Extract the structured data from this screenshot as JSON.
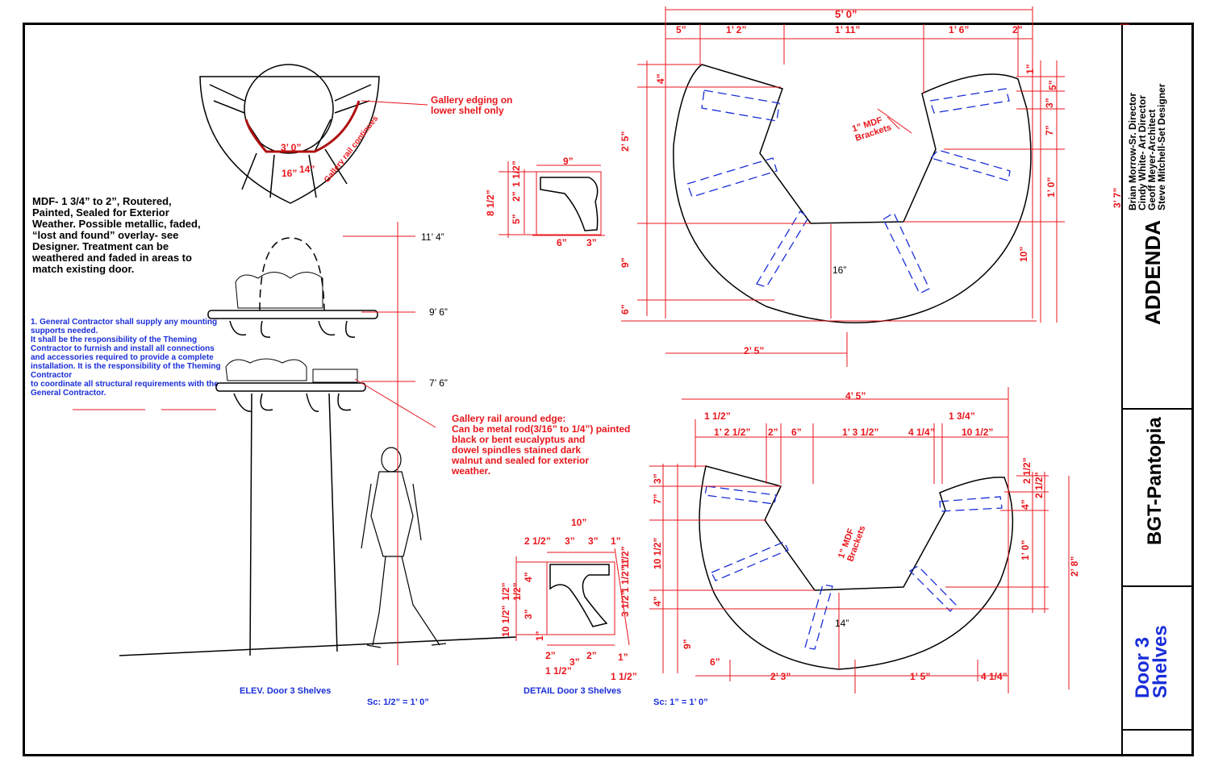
{
  "title_block": {
    "credits": [
      "Brian Morrow-Sr. Director",
      "Cindy White- Art Director",
      "Geoff Meyer-Architect",
      "Steve Mitchell-Set Designer"
    ],
    "sheet_name": "ADDENDA",
    "project": "BGT-Pantopia",
    "drawing": "Door 3 Shelves"
  },
  "notes": {
    "material": "MDF- 1 3/4” to 2”, Routered, Painted, Sealed for Exterior Weather. Possible metallic, faded, “lost and found” overlay- see Designer. Treatment can be weathered and faded in areas to match existing door.",
    "contractor": "1. General Contractor shall supply any mounting supports needed.\nIt shall be the responsibility of the Theming Contractor to furnish and install all connections and accessories required to provide a complete installation. It is the responsibility of the Theming Contractor\nto coordinate all structural requirements with the General Contractor."
  },
  "callouts": {
    "gallery_edging": "Gallery edging on\nlower shelf only",
    "gallery_rail_continues": "Gallery rail continues",
    "gallery_rail_edge": "Gallery rail around edge:\nCan be metal rod(3/16” to 1/4”) painted\nblack or bent eucalyptus and\ndowel spindles stained dark\nwalnut and sealed for exterior\nweather.",
    "mdf_brackets_top": "1” MDF\nBrackets",
    "mdf_brackets_bottom": "1” MDF\nBrackets"
  },
  "plan_small": {
    "d1": "3’ 0”",
    "d2": "16”",
    "d3": "14”"
  },
  "elevation": {
    "h1": "11’ 4”",
    "h2": "9’ 6”",
    "h3": "7’ 6”",
    "caption": "ELEV.   Door 3 Shelves",
    "scale": "Sc: 1/2” = 1’ 0”"
  },
  "detail_top": {
    "w": "9”",
    "h1": "1 1/2”",
    "h2": "2”",
    "h3": "5”",
    "h_total": "8 1/2”",
    "b1": "6”",
    "b2": "3”"
  },
  "detail_bottom": {
    "w": "10”",
    "t1": "2 1/2”",
    "t2": "3”",
    "t3": "3”",
    "t4": "1”",
    "t5": "1/2”",
    "l1": "1/2”",
    "l2": "1/2”",
    "l3": "4”",
    "l4": "10 1/2”",
    "l5": "3”",
    "l6": "1”",
    "r1": "1 1/2”",
    "r2": "3 1/2”",
    "r3": "1”",
    "b1": "2”",
    "b2": "3”",
    "b3": "2”",
    "b4": "1”",
    "b5": "1 1/2”",
    "b6": "1 1/2”",
    "caption": "DETAIL   Door 3 Shelves",
    "scale": "Sc: 1” = 1’ 0”"
  },
  "shelf_top": {
    "overall": "5’ 0”",
    "t1": "5”",
    "t2": "1’ 2”",
    "t3": "1’ 11”",
    "t4": "1’ 6”",
    "t5": "2”",
    "l1": "4”",
    "l2": "2’ 5”",
    "l3": "9”",
    "l4": "6”",
    "r1": "1”",
    "r2": "5”",
    "r3": "3”",
    "r4": "7”",
    "r5": "1’ 0”",
    "r6": "10”",
    "r_total": "3’ 7”",
    "center": "16”",
    "bottom": "2’ 5”"
  },
  "shelf_bottom": {
    "overall": "4’ 5”",
    "t1": "1 1/2”",
    "t2": "1’ 2 1/2”",
    "t3": "2”",
    "t4": "6”",
    "t5": "1’ 3 1/2”",
    "t6": "4 1/4”",
    "t7": "1 3/4”",
    "t8": "10 1/2”",
    "l1": "7”",
    "l2": "3”",
    "l3": "10 1/2”",
    "l4": "4”",
    "l5": "9”",
    "r1": "2 1/2”",
    "r2": "4”",
    "r3": "2 1/2”",
    "r4": "1’ 0”",
    "r_total": "2’ 8”",
    "center": "14”",
    "b1": "6”",
    "b2": "2’ 3”",
    "b3": "1’ 5”",
    "b4": "4 1/4”"
  }
}
